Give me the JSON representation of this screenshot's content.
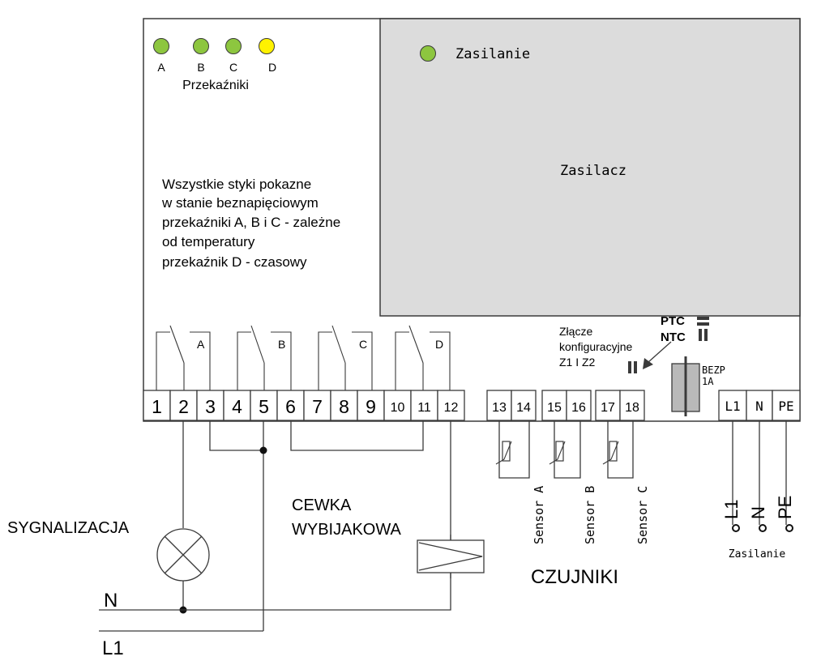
{
  "leds": {
    "labels": [
      "A",
      "B",
      "C",
      "D"
    ],
    "colors": [
      "#8dc63f",
      "#8dc63f",
      "#8dc63f",
      "#fff200"
    ],
    "caption": "Przekaźniki"
  },
  "power_led": {
    "label": "Zasilanie",
    "color": "#8dc63f"
  },
  "psu": {
    "label": "Zasilacz",
    "fill": "#dcdcdc"
  },
  "notes": [
    "Wszystkie styki pokazne",
    "w stanie beznapięciowym",
    "przekaźniki A, B i C - zależne",
    "od temperatury",
    "przekaźnik D - czasowy"
  ],
  "relays": [
    "A",
    "B",
    "C",
    "D"
  ],
  "relay_terminals": [
    "1",
    "2",
    "3",
    "4",
    "5",
    "6",
    "7",
    "8",
    "9",
    "10",
    "11",
    "12"
  ],
  "sensor_terminals": [
    "13",
    "14",
    "15",
    "16",
    "17",
    "18"
  ],
  "sensors": [
    "Sensor A",
    "Sensor B",
    "Sensor C"
  ],
  "config": {
    "label_lines": [
      "Złącze",
      "konfiguracyjne",
      "Z1 I Z2"
    ],
    "ptc": "PTC",
    "ntc": "NTC"
  },
  "fuse": {
    "line1": "BEZP",
    "line2": "1A"
  },
  "power_terminals": [
    "L1",
    "N",
    "PE"
  ],
  "power_leads": [
    "L1",
    "N",
    "PE"
  ],
  "power_caption": "Zasilanie",
  "external": {
    "signal_label": "SYGNALIZACJA",
    "coil_line1": "CEWKA",
    "coil_line2": "WYBIJAKOWA",
    "sensors_label": "CZUJNIKI",
    "line_n": "N",
    "line_l1": "L1"
  }
}
